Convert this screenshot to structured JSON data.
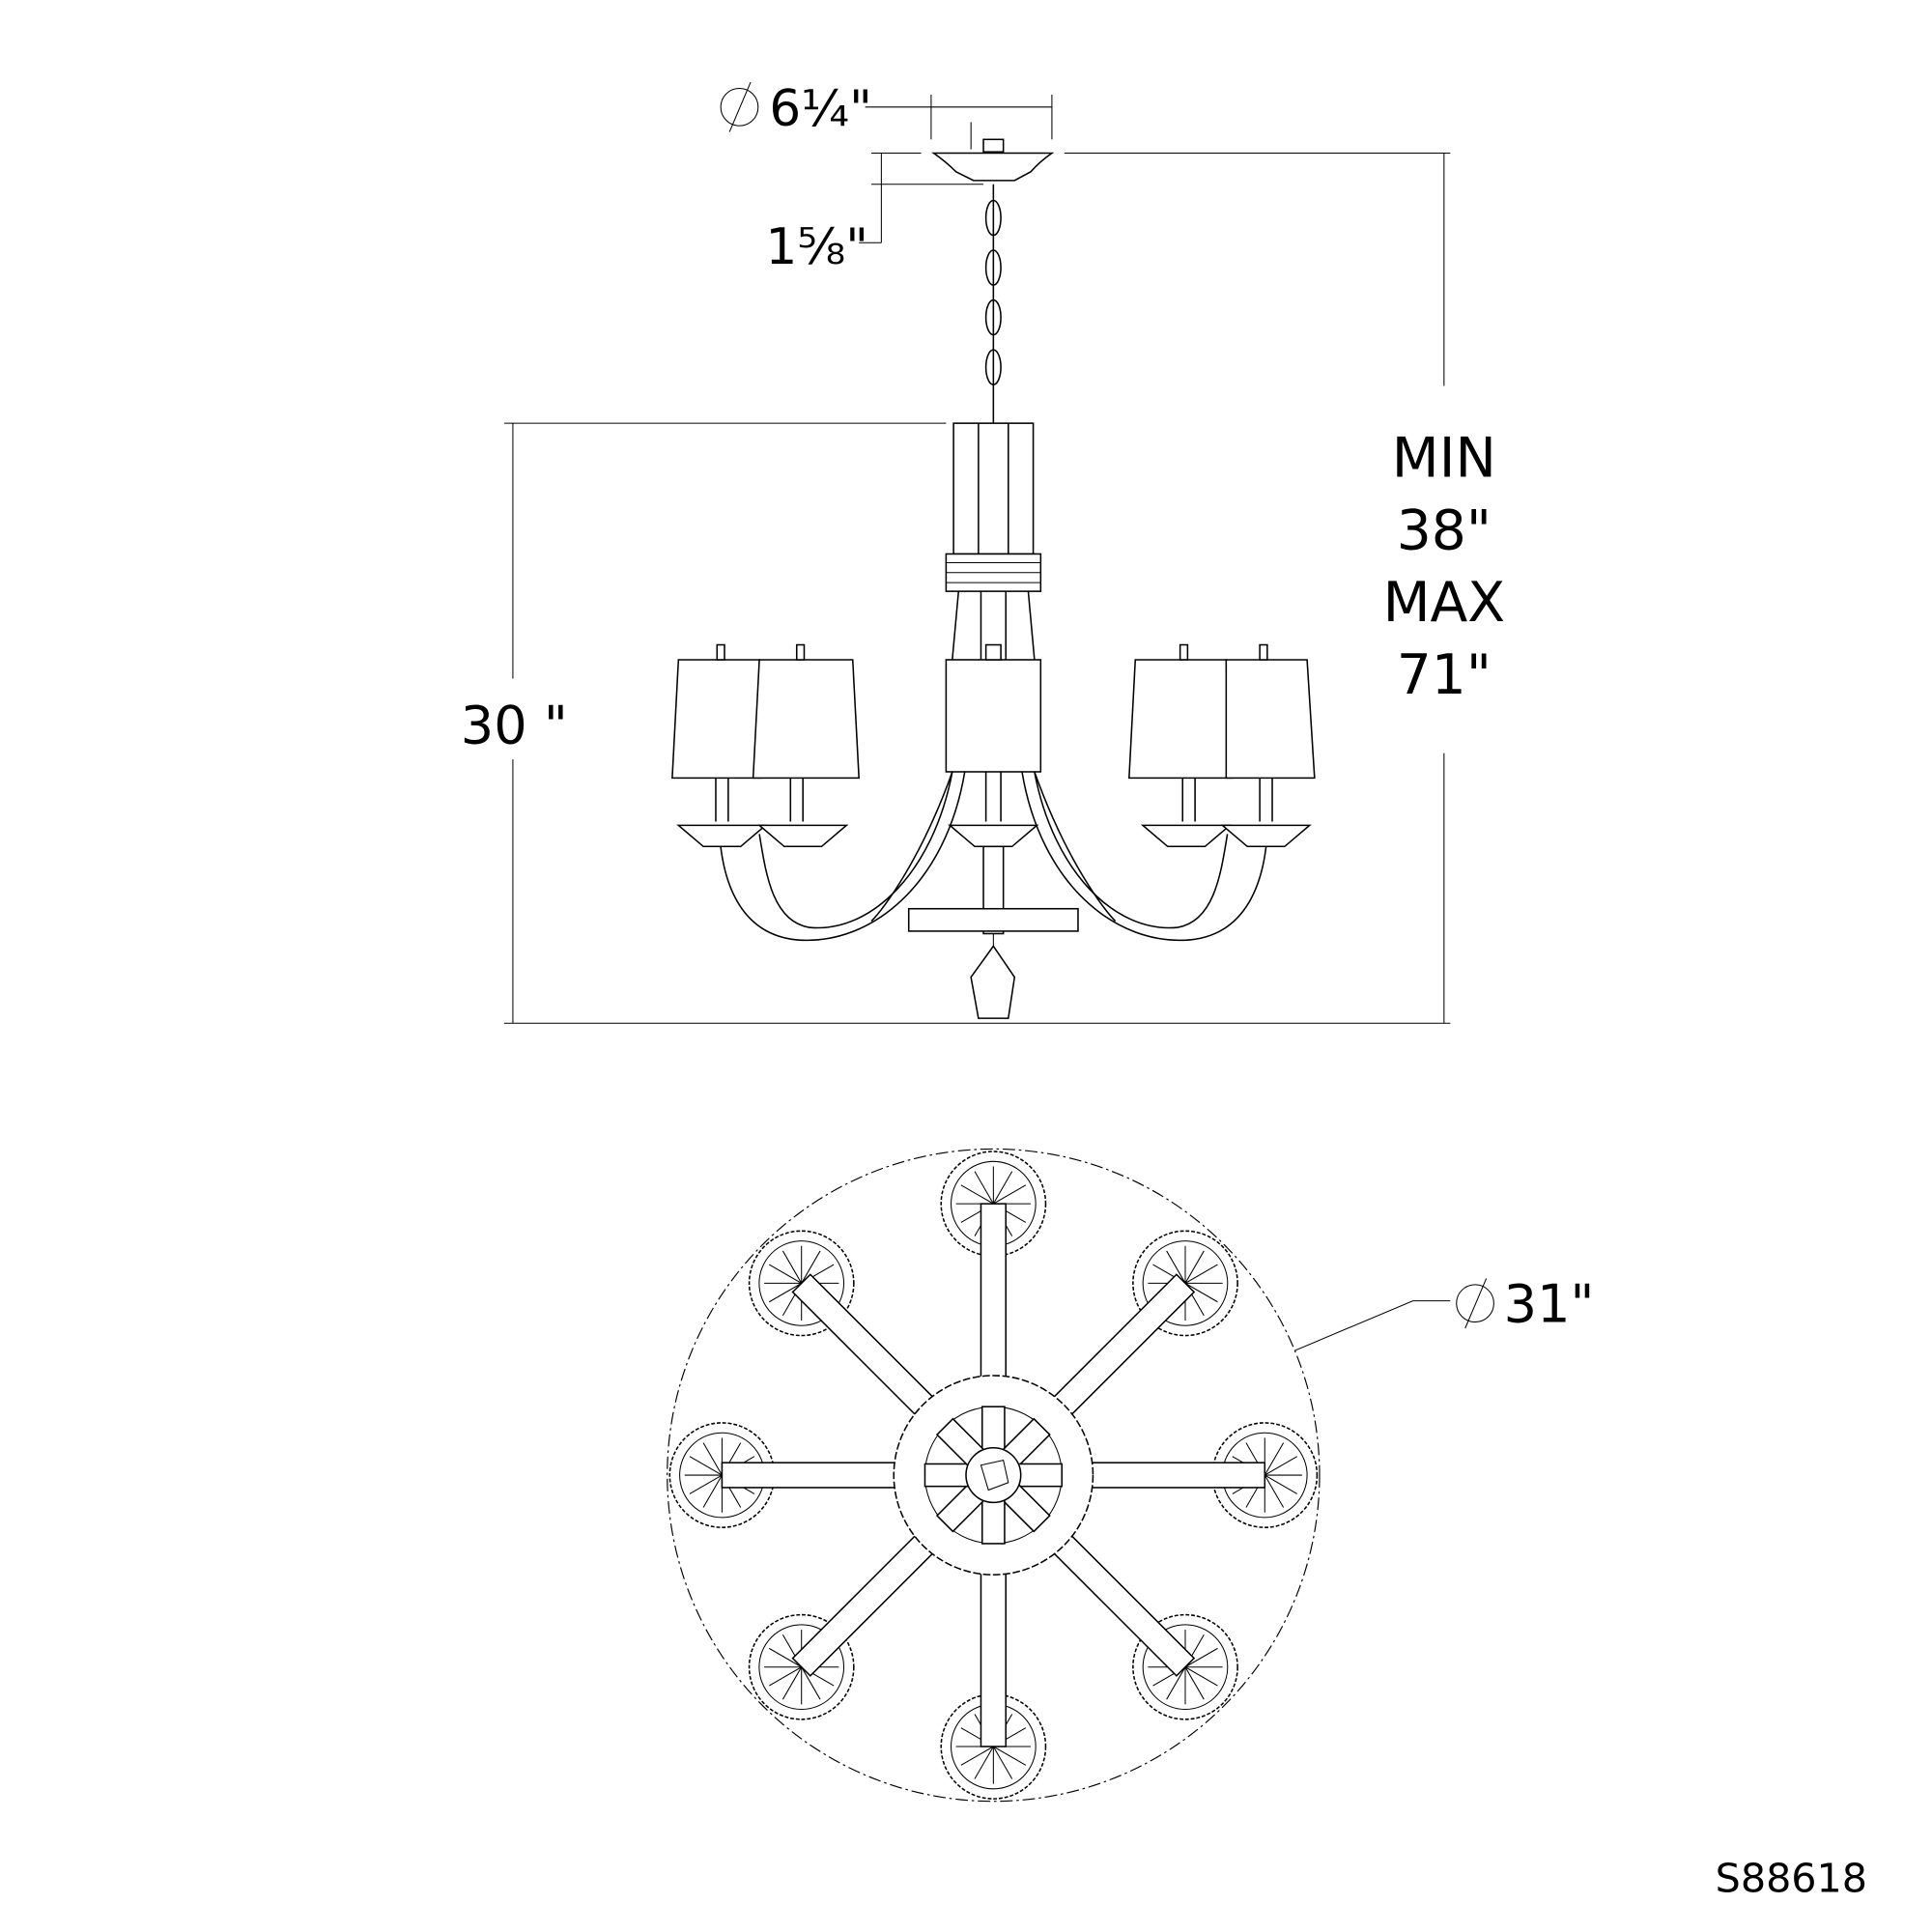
{
  "dimensions": {
    "canopy_diameter": "6¼\"",
    "canopy_height": "1⅝\"",
    "fixture_height": "30 \"",
    "overall_min_label": "MIN",
    "overall_min_value": "38\"",
    "overall_max_label": "MAX",
    "overall_max_value": "71\"",
    "fixture_diameter": "31\""
  },
  "model_number": "S88618",
  "icons": {
    "diameter": "diameter-symbol-icon"
  }
}
